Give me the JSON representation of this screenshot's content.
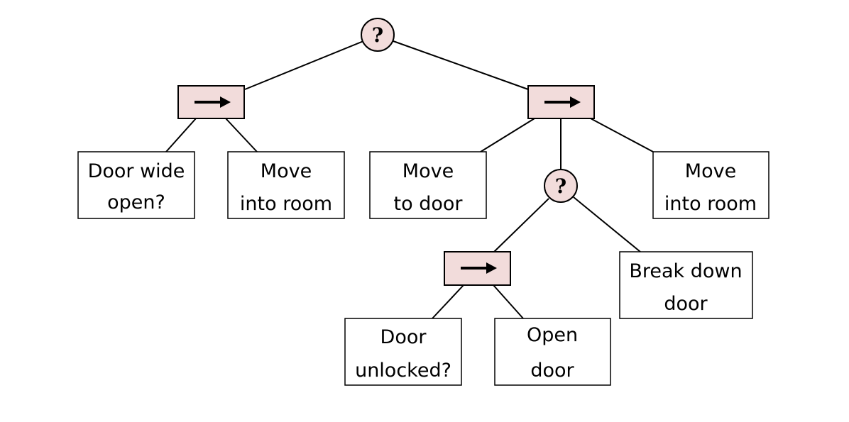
{
  "colors": {
    "control_fill": "#f2dcdb",
    "stroke": "#000000",
    "leaf_fill": "#ffffff"
  },
  "nodes": {
    "root": {
      "type": "fallback",
      "symbol": "?"
    },
    "seq_left": {
      "type": "sequence",
      "symbol": "arrow-right-icon"
    },
    "seq_right": {
      "type": "sequence",
      "symbol": "arrow-right-icon"
    },
    "fallback_inner": {
      "type": "fallback",
      "symbol": "?"
    },
    "seq_inner": {
      "type": "sequence",
      "symbol": "arrow-right-icon"
    },
    "door_wide_open": {
      "line1": "Door wide",
      "line2": "open?"
    },
    "move_into_room_1": {
      "line1": "Move",
      "line2": "into room"
    },
    "move_to_door": {
      "line1": "Move",
      "line2": "to door"
    },
    "move_into_room_2": {
      "line1": "Move",
      "line2": "into room"
    },
    "break_down_door": {
      "line1": "Break down",
      "line2": "door"
    },
    "door_unlocked": {
      "line1": "Door",
      "line2": "unlocked?"
    },
    "open_door": {
      "line1": "Open",
      "line2": "door"
    }
  },
  "edges": [
    [
      "root",
      "seq_left"
    ],
    [
      "root",
      "seq_right"
    ],
    [
      "seq_left",
      "door_wide_open"
    ],
    [
      "seq_left",
      "move_into_room_1"
    ],
    [
      "seq_right",
      "move_to_door"
    ],
    [
      "seq_right",
      "fallback_inner"
    ],
    [
      "seq_right",
      "move_into_room_2"
    ],
    [
      "fallback_inner",
      "seq_inner"
    ],
    [
      "fallback_inner",
      "break_down_door"
    ],
    [
      "seq_inner",
      "door_unlocked"
    ],
    [
      "seq_inner",
      "open_door"
    ]
  ]
}
